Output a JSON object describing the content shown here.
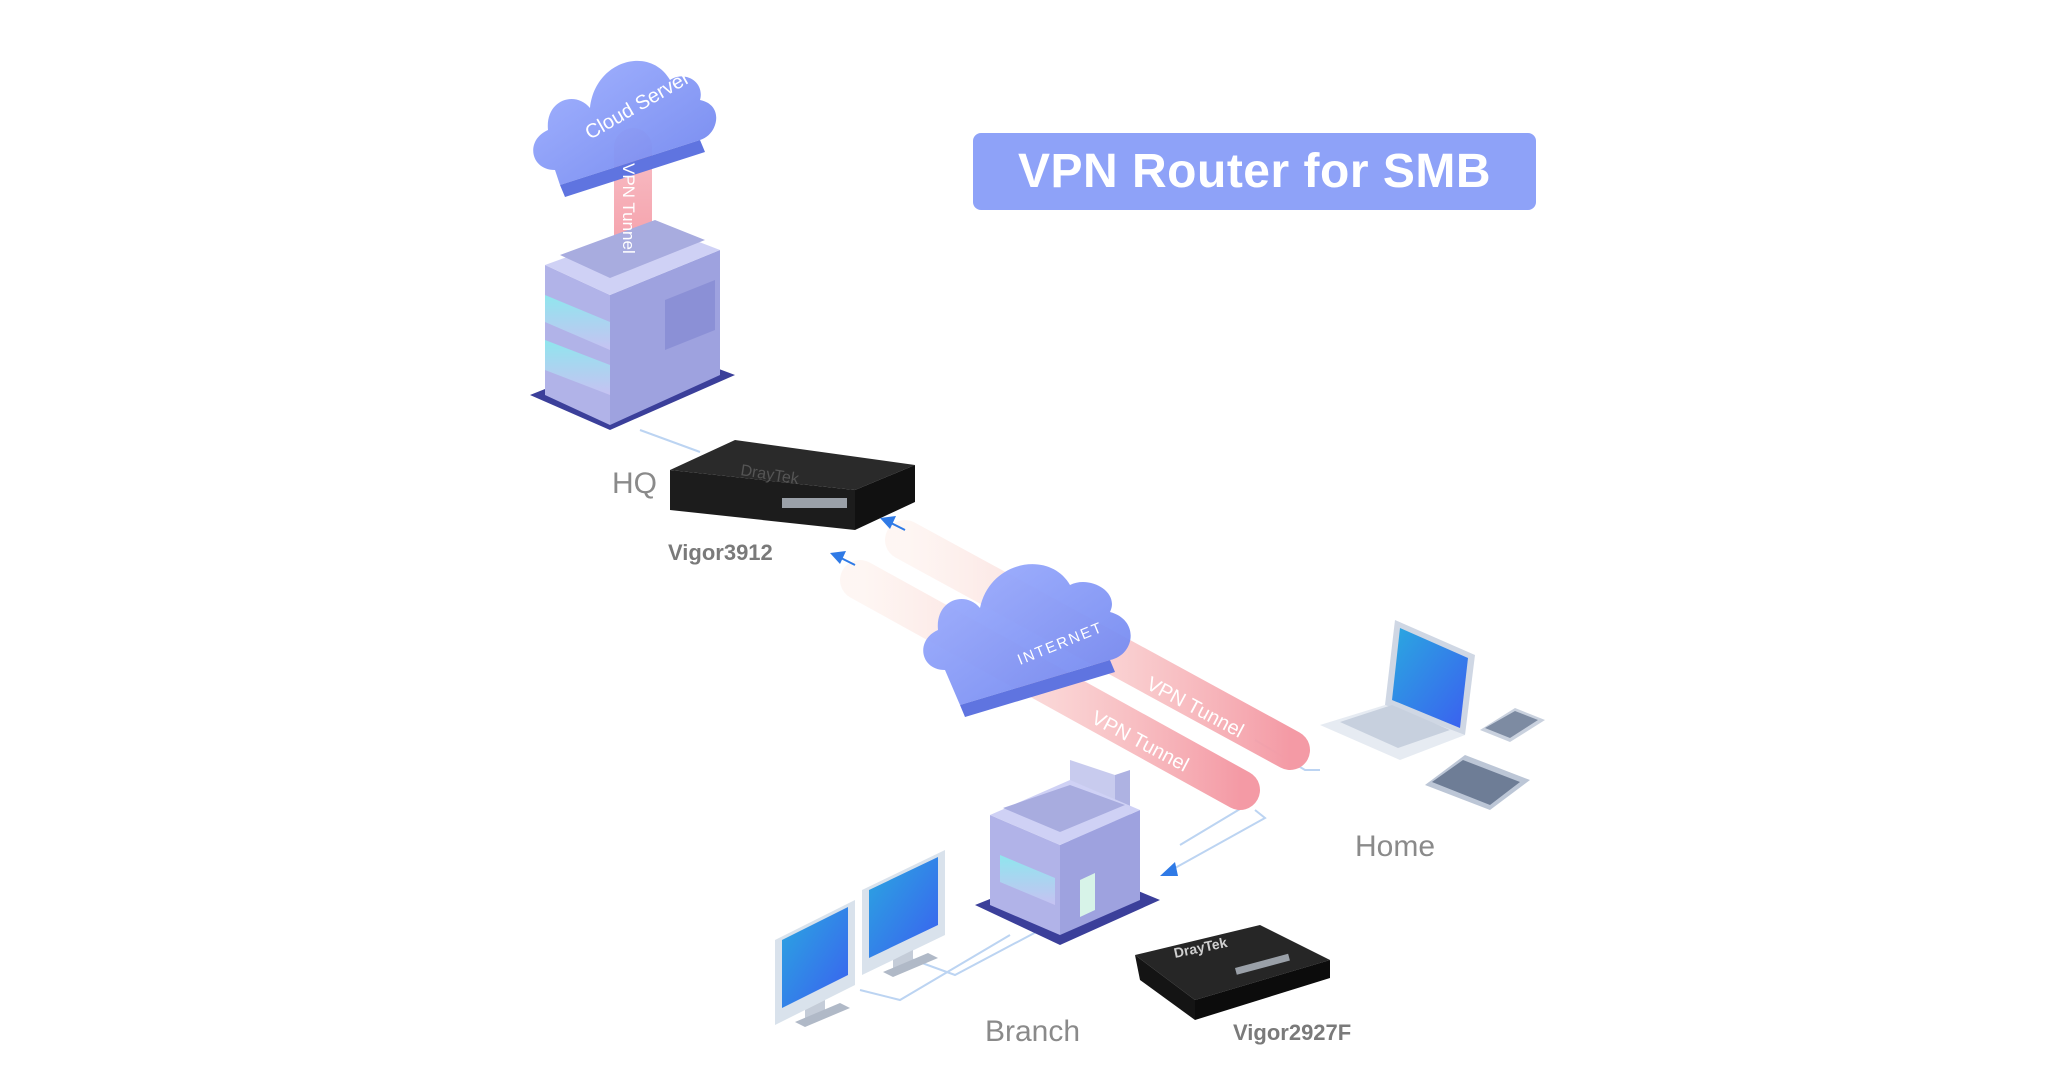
{
  "title": "VPN Router for SMB",
  "labels": {
    "cloud_server": "Cloud Server",
    "internet": "INTERNET",
    "vpn_tunnel_cloud": "VPN Tunnel",
    "vpn_tunnel_home": "VPN Tunnel",
    "vpn_tunnel_branch": "VPN Tunnel",
    "hq": "HQ",
    "home": "Home",
    "branch": "Branch"
  },
  "devices": {
    "hq_router": "Vigor3912",
    "branch_router": "Vigor2927F",
    "router_brand": "DrayTek"
  },
  "colors": {
    "accent": "#8ea2f8",
    "cloud": "#7f93f4",
    "tunnel": "#f4a7ae",
    "arrow": "#2f7ae6",
    "building": "#a4a8dc"
  }
}
